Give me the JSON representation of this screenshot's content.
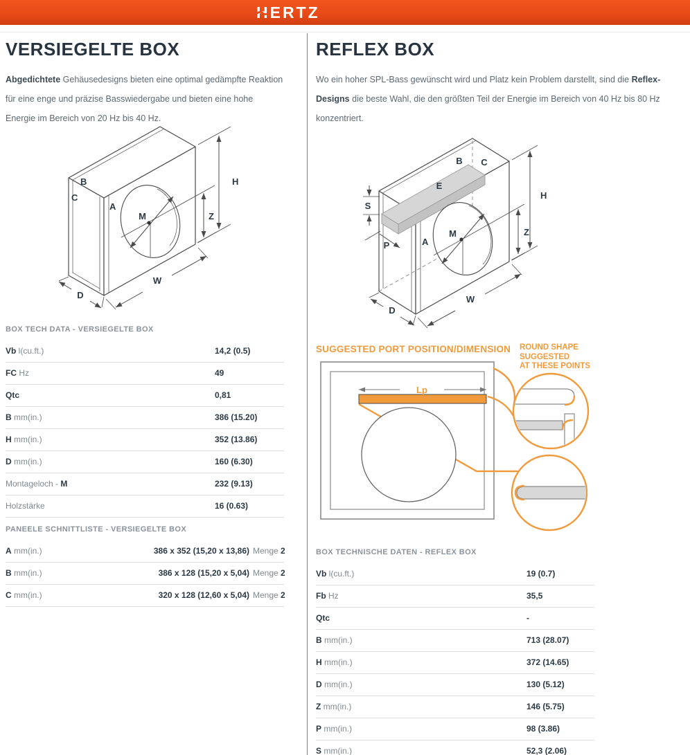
{
  "colors": {
    "header_top": "#f2571e",
    "header_bottom": "#d33f12",
    "accent_orange": "#F09A3C",
    "heading_text": "#27343f",
    "body_text": "#5d6972",
    "muted_label": "#7f8a93",
    "table_title": "#8a939b",
    "row_line": "#dbdee1",
    "column_divider": "#c06a44",
    "diagram_line": "#4a4a4a",
    "port_fill": "#F09A3C",
    "slab_gray": "#d6d6d6"
  },
  "header": {
    "logo": "HERTZ"
  },
  "left": {
    "title": "VERSIEGELTE BOX",
    "intro": {
      "bold": "Abgedichtete",
      "rest": " Gehäusedesigns bieten eine optimal gedämpfte Reaktion für eine enge und präzise Basswiedergabe und bieten eine hohe Energie im Bereich von 20 Hz bis 40 Hz."
    },
    "diagram": {
      "b": "B",
      "c": "C",
      "a": "A",
      "m": "M",
      "h": "H",
      "z": "Z",
      "w": "W",
      "d": "D"
    },
    "tech_table": {
      "title": "BOX TECH DATA - VERSIEGELTE BOX",
      "rows": [
        {
          "pre": "",
          "bold": "Vb",
          "light": " l(cu.ft.)",
          "value": "14,2 (0.5)"
        },
        {
          "pre": "",
          "bold": "FC",
          "light": " Hz",
          "value": "49"
        },
        {
          "pre": "",
          "bold": "Qtc",
          "light": "",
          "value": "0,81"
        },
        {
          "pre": "",
          "bold": "B",
          "light": " mm(in.)",
          "value": "386 (15.20)"
        },
        {
          "pre": "",
          "bold": "H",
          "light": " mm(in.)",
          "value": "352 (13.86)"
        },
        {
          "pre": "",
          "bold": "D",
          "light": " mm(in.)",
          "value": "160 (6.30)"
        },
        {
          "pre": "Montageloch - ",
          "bold": "M",
          "light": "",
          "value": "232 (9.13)"
        },
        {
          "pre": "Holzstärke",
          "bold": "",
          "light": "",
          "value": "16 (0.63)"
        }
      ]
    },
    "panels_table": {
      "title": "PANEELE SCHNITTLISTE - VERSIEGELTE BOX",
      "qty_label": "Menge ",
      "rows": [
        {
          "bold": "A",
          "light": " mm(in.)",
          "value": "386 x 352 (15,20 x 13,86)",
          "qty": "2"
        },
        {
          "bold": "B",
          "light": " mm(in.)",
          "value": "386 x 128 (15,20 x 5,04)",
          "qty": "2"
        },
        {
          "bold": "C",
          "light": " mm(in.)",
          "value": "320 x 128 (12,60 x 5,04)",
          "qty": "2"
        }
      ]
    }
  },
  "right": {
    "title": "REFLEX BOX",
    "intro": {
      "pre": "Wo ein hoher SPL-Bass gewünscht wird und Platz kein Problem darstellt, sind die ",
      "bold": "Reflex-Designs",
      "post": " die beste Wahl, die den größten Teil der Energie im Bereich von 40 Hz bis 80 Hz konzentriert."
    },
    "diagram": {
      "b": "B",
      "c": "C",
      "e": "E",
      "s": "S",
      "a": "A",
      "m": "M",
      "p": "P",
      "h": "H",
      "z": "Z",
      "w": "W",
      "d": "D"
    },
    "port": {
      "heading": "SUGGESTED PORT POSITION/DIMENSION",
      "note_lines": [
        "ROUND SHAPE",
        "SUGGESTED",
        "AT THESE POINTS"
      ],
      "lp": "Lp"
    },
    "tech_table": {
      "title": "BOX TECHNISCHE DATEN - REFLEX BOX",
      "rows": [
        {
          "pre": "",
          "bold": "Vb",
          "light": " l(cu.ft.)",
          "value": "19 (0.7)"
        },
        {
          "pre": "",
          "bold": "Fb",
          "light": " Hz",
          "value": "35,5"
        },
        {
          "pre": "",
          "bold": "Qtc",
          "light": "",
          "value": "-"
        },
        {
          "pre": "",
          "bold": "B",
          "light": " mm(in.)",
          "value": "713 (28.07)"
        },
        {
          "pre": "",
          "bold": "H",
          "light": " mm(in.)",
          "value": "372 (14.65)"
        },
        {
          "pre": "",
          "bold": "D",
          "light": " mm(in.)",
          "value": "130 (5.12)"
        },
        {
          "pre": "",
          "bold": "Z",
          "light": " mm(in.)",
          "value": "146 (5.75)"
        },
        {
          "pre": "",
          "bold": "P",
          "light": " mm(in.)",
          "value": "98 (3.86)"
        },
        {
          "pre": "",
          "bold": "S",
          "light": " mm(in.)",
          "value": "52,3 (2.06)"
        }
      ]
    }
  }
}
